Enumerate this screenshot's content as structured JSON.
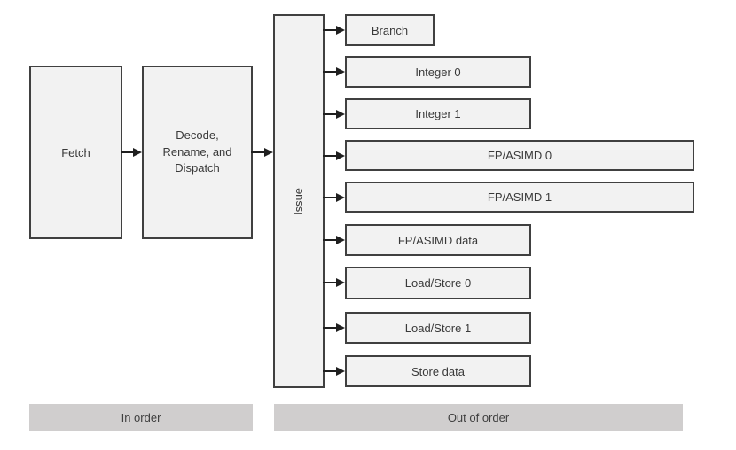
{
  "stages": {
    "fetch": {
      "label": "Fetch"
    },
    "decode": {
      "label": "Decode, Rename, and Dispatch"
    },
    "issue": {
      "label": "Issue"
    }
  },
  "exec_units": [
    {
      "label": "Branch"
    },
    {
      "label": "Integer 0"
    },
    {
      "label": "Integer 1"
    },
    {
      "label": "FP/ASIMD 0"
    },
    {
      "label": "FP/ASIMD 1"
    },
    {
      "label": "FP/ASIMD data"
    },
    {
      "label": "Load/Store 0"
    },
    {
      "label": "Load/Store 1"
    },
    {
      "label": "Store data"
    }
  ],
  "legend": {
    "in_order": "In order",
    "out_of_order": "Out of order"
  },
  "colors": {
    "background": "#ffffff",
    "box_fill": "#f2f2f2",
    "box_border": "#404040",
    "bar_fill": "#d0cece",
    "arrow": "#1f1f1f",
    "text": "#3a3a3a"
  }
}
